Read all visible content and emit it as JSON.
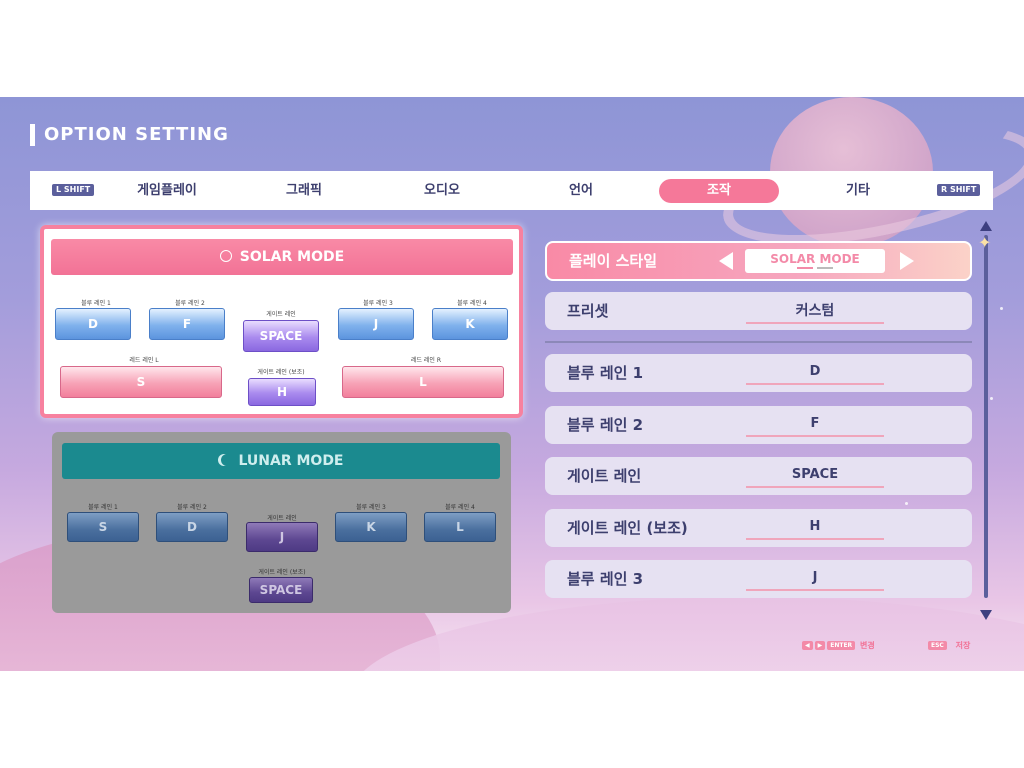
{
  "title": "OPTION SETTING",
  "tabs": {
    "left_shift": "L SHIFT",
    "right_shift": "R SHIFT",
    "items": [
      "게임플레이",
      "그래픽",
      "오디오",
      "언어",
      "조작",
      "기타"
    ],
    "active": "조작"
  },
  "solar": {
    "title": "SOLAR MODE",
    "icon": "sun-icon",
    "labels": {
      "blue1": "블루 레인 1",
      "blue2": "블루 레인 2",
      "gate": "게이트 레인",
      "blue3": "블루 레인 3",
      "blue4": "블루 레인 4",
      "redL": "레드 레인 L",
      "gate_sub": "게이트 레인 (보조)",
      "redR": "레드 레인 R"
    },
    "keys": {
      "blue1": "D",
      "blue2": "F",
      "gate": "SPACE",
      "blue3": "J",
      "blue4": "K",
      "redL": "S",
      "gate_sub": "H",
      "redR": "L"
    }
  },
  "lunar": {
    "title": "LUNAR MODE",
    "icon": "moon-icon",
    "labels": {
      "blue1": "블루 레인 1",
      "blue2": "블루 레인 2",
      "gate": "게이트 레인",
      "blue3": "블루 레인 3",
      "blue4": "블루 레인 4",
      "gate_sub": "게이트 레인 (보조)"
    },
    "keys": {
      "blue1": "S",
      "blue2": "D",
      "gate": "J",
      "blue3": "K",
      "blue4": "L",
      "gate_sub": "SPACE"
    }
  },
  "settings": {
    "play_style_label": "플레이 스타일",
    "play_style_value": "SOLAR MODE",
    "preset_label": "프리셋",
    "preset_value": "커스텀",
    "rows": [
      {
        "label": "블루 레인 1",
        "value": "D"
      },
      {
        "label": "블루 레인 2",
        "value": "F"
      },
      {
        "label": "게이트 레인",
        "value": "SPACE"
      },
      {
        "label": "게이트 레인 (보조)",
        "value": "H"
      },
      {
        "label": "블루 레인 3",
        "value": "J"
      }
    ]
  },
  "footer": {
    "enter_key": "ENTER",
    "change_label": "변경",
    "esc_key": "ESC",
    "save_label": "저장"
  },
  "colors": {
    "accent": "#f57899",
    "lunar_header": "#1b8a8f",
    "text": "#3d3f6e"
  }
}
